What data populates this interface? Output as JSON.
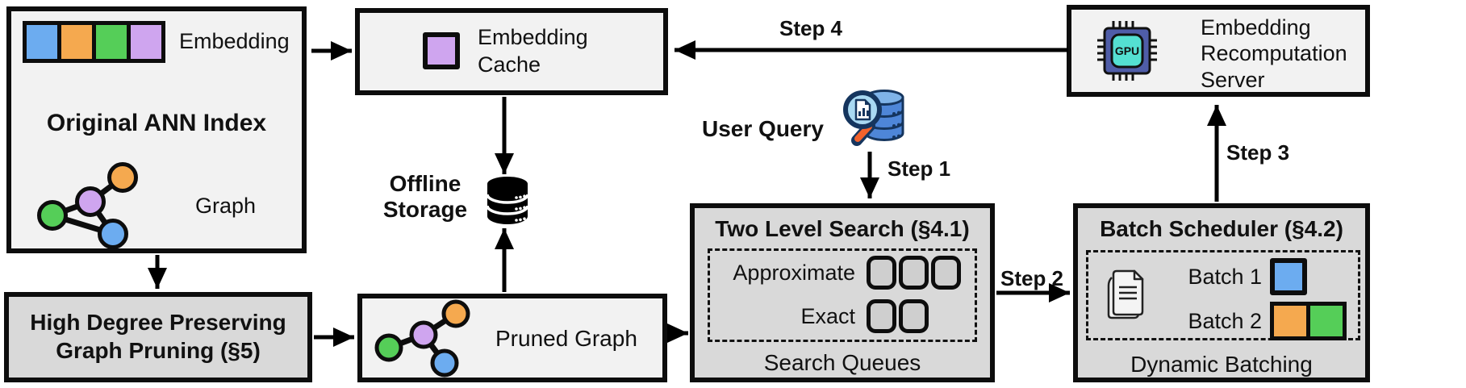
{
  "colors": {
    "blue": "#6cacf0",
    "orange": "#f5a94f",
    "green": "#55ce58",
    "purple": "#cfa5ef",
    "box_light": "#f2f2f2",
    "box_gray": "#d9d9d9",
    "queue_slot": "#cfcfcf",
    "gpu_body": "#4f5da8",
    "gpu_core": "#54e0d2",
    "db_blue": "#4e86d8",
    "db_blue_light": "#7fb3e8",
    "db_outline": "#15355e",
    "lens_fill": "#a9d9f2",
    "handle_orange": "#f2622c"
  },
  "ann_index": {
    "title": "Original ANN Index",
    "embedding_label": "Embedding",
    "graph_label": "Graph"
  },
  "embedding_cache": {
    "label": "Embedding\nCache"
  },
  "offline_storage": {
    "label": "Offline\nStorage"
  },
  "user_query": {
    "label": "User Query"
  },
  "recomputation_server": {
    "label": "Embedding\nRecomputation\nServer",
    "gpu_text": "GPU"
  },
  "two_level_search": {
    "title": "Two Level Search (§4.1)",
    "rows": [
      {
        "label": "Approximate",
        "slots": 3
      },
      {
        "label": "Exact",
        "slots": 2
      }
    ],
    "caption": "Search Queues"
  },
  "batch_scheduler": {
    "title": "Batch Scheduler (§4.2)",
    "batch1_label": "Batch 1",
    "batch2_label": "Batch 2",
    "caption": "Dynamic Batching"
  },
  "graph_pruning": {
    "title": "High Degree Preserving\nGraph Pruning (§5)"
  },
  "pruned_graph": {
    "label": "Pruned Graph"
  },
  "steps": {
    "step1": "Step 1",
    "step2": "Step 2",
    "step3": "Step 3",
    "step4": "Step 4"
  }
}
